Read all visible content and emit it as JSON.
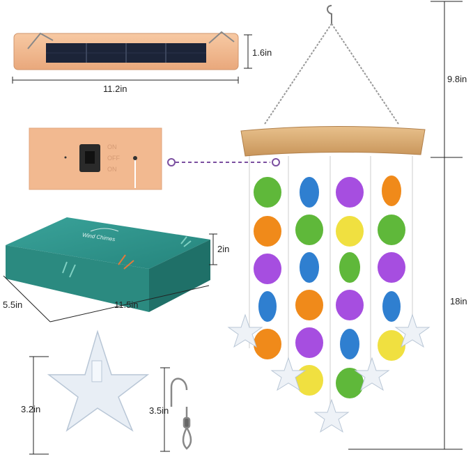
{
  "dimensions": {
    "solar_panel_height": "1.6in",
    "solar_panel_width": "11.2in",
    "chain_height": "9.8in",
    "chime_length": "18in",
    "box_height": "2in",
    "box_depth": "5.5in",
    "box_width": "11.5in",
    "starfish_height": "3.2in",
    "hook_height": "3.5in"
  },
  "switch_labels": {
    "on_top": "ON",
    "off": "OFF",
    "on_bottom": "ON"
  },
  "box_logo": "Wind Chimes",
  "colors": {
    "wood": "#d9a870",
    "panel_body": "#f2b990",
    "solar_cell": "#1c2438",
    "box_teal": "#2e8f86",
    "dim_line": "#222222",
    "callout": "#7b4fa0",
    "shell_green": "#5fb83a",
    "shell_blue": "#2f7fd0",
    "shell_purple": "#a64ee0",
    "shell_orange": "#f08a1a",
    "shell_yellow": "#f0e040"
  }
}
